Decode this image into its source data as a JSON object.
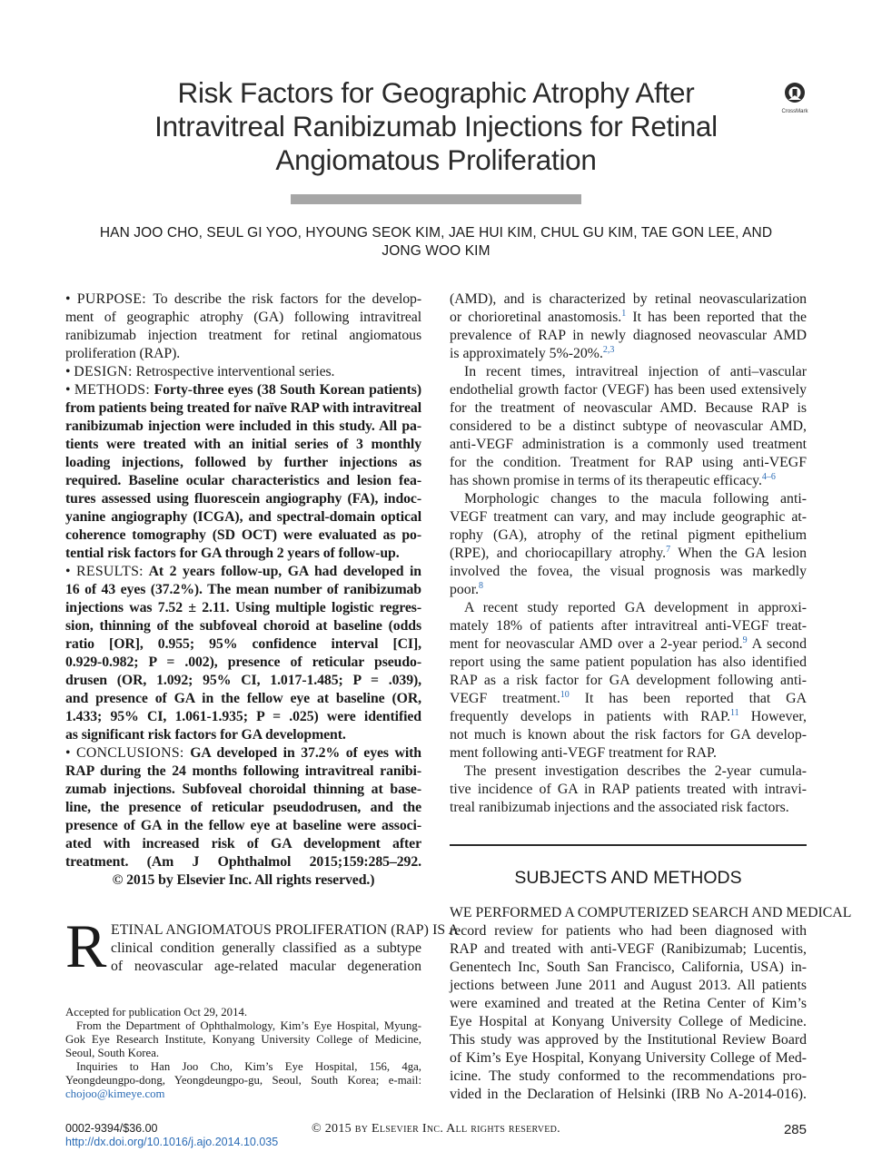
{
  "title": {
    "lines": [
      "Risk Factors for Geographic Atrophy After",
      "Intravitreal Ranibizumab Injections for Retinal",
      "Angiomatous Proliferation"
    ]
  },
  "crossmark_label": "CrossMark",
  "authors": {
    "lines": [
      "HAN JOO CHO, SEUL GI YOO, HYOUNG SEOK KIM, JAE HUI KIM, CHUL GU KIM, TAE GON LEE, AND",
      "JONG WOO KIM"
    ]
  },
  "abstract": {
    "purpose_label": "PURPOSE:",
    "design_label": "DESIGN:",
    "methods_label": "METHODS:",
    "results_label": "RESULTS:",
    "conclusions_label": "CONCLUSIONS:",
    "bullet": "•",
    "purpose_first": "To describe the risk factors for the develop-",
    "purpose_rest": [
      "ment of geographic atrophy (GA) following intravitreal",
      "ranibizumab injection treatment for retinal angiomatous",
      "proliferation (RAP)."
    ],
    "design_first": "Retrospective interventional series.",
    "methods_first": "Forty-three eyes (38 South Korean patients)",
    "methods_rest": [
      "from patients being treated for naïve RAP with intravitreal",
      "ranibizumab injection were included in this study. All pa-",
      "tients were treated with an initial series of 3 monthly",
      "loading injections, followed by further injections as",
      "required. Baseline ocular characteristics and lesion fea-",
      "tures assessed using fluorescein angiography (FA), indoc-",
      "yanine angiography (ICGA), and spectral-domain optical",
      "coherence tomography (SD OCT) were evaluated as po-",
      "tential risk factors for GA through 2 years of follow-up."
    ],
    "results_first": "At 2 years follow-up, GA had developed in",
    "results_rest": [
      "16 of 43 eyes (37.2%). The mean number of ranibizumab",
      "injections was 7.52 ± 2.11. Using multiple logistic regres-",
      "sion, thinning of the subfoveal choroid at baseline (odds",
      "ratio [OR], 0.955; 95% confidence interval [CI],",
      "0.929-0.982; P = .002), presence of reticular pseudo-",
      "drusen (OR, 1.092; 95% CI, 1.017-1.485; P = .039),",
      "and presence of GA in the fellow eye at baseline (OR,",
      "1.433; 95% CI, 1.061-1.935; P = .025) were identified",
      "as significant risk factors for GA development."
    ],
    "conclusions_first": "GA developed in 37.2% of eyes with",
    "conclusions_rest": [
      "RAP during the 24 months following intravitreal ranibi-",
      "zumab injections. Subfoveal choroidal thinning at base-",
      "line, the presence of reticular pseudodrusen, and the",
      "presence of GA in the fellow eye at baseline were associ-",
      "ated with increased risk of GA development after",
      "treatment.    (Am J Ophthalmol 2015;159:285–292.",
      "© 2015 by Elsevier Inc. All rights reserved.)"
    ]
  },
  "intro": {
    "dropcap": "R",
    "lines": [
      "ETINAL ANGIOMATOUS PROLIFERATION (RAP) IS A",
      "clinical condition generally classified as a subtype",
      "of neovascular age-related macular degeneration"
    ]
  },
  "footnotes": {
    "lines": [
      "Accepted for publication Oct 29, 2014.",
      "From the Department of Ophthalmology, Kim’s Eye Hospital, Myung-",
      "Gok Eye Research Institute, Konyang University College of Medicine,",
      "Seoul, South Korea.",
      "Inquiries to Han Joo Cho, Kim’s Eye Hospital, 156, 4ga,",
      "Yeongdeungpo-dong, Yeongdeungpo-gu, Seoul, South Korea; e-mail:"
    ],
    "email": "chojoo@kimeye.com"
  },
  "right_column": {
    "p1": [
      "(AMD), and is characterized by retinal neovascularization",
      "or chorioretinal anastomosis.",
      "prevalence of RAP in newly diagnosed neovascular AMD",
      "is approximately 5%-20%."
    ],
    "p1_mid_tail": " It has been reported that the",
    "refs": {
      "r1": "1",
      "r23": "2,3",
      "r46": "4–6",
      "r7": "7",
      "r8": "8",
      "r9": "9",
      "r10": "10",
      "r11": "11"
    },
    "p2": [
      "In recent times, intravitreal injection of anti–vascular",
      "endothelial growth factor (VEGF) has been used extensively",
      "for the treatment of neovascular AMD. Because RAP is",
      "considered to be a distinct subtype of neovascular AMD,",
      "anti-VEGF administration is a commonly used treatment",
      "for the condition. Treatment for RAP using anti-VEGF",
      "has shown promise in terms of its therapeutic efficacy."
    ],
    "p3": [
      "Morphologic changes to the macula following anti-",
      "VEGF treatment can vary, and may include geographic at-",
      "rophy (GA), atrophy of the retinal pigment epithelium",
      "(RPE), and choriocapillary atrophy.",
      "involved the fovea, the visual prognosis was markedly",
      "poor."
    ],
    "p3_mid_tail": " When the GA lesion",
    "p4": [
      "A recent study reported GA development in approxi-",
      "mately 18% of patients after intravitreal anti-VEGF treat-",
      "ment for neovascular AMD over a 2-year period.",
      "report using the same patient population has also identified",
      "RAP as a risk factor for GA development following anti-",
      "VEGF treatment.",
      "frequently develops in patients with RAP.",
      "not much is known about the risk factors for GA develop-",
      "ment following anti-VEGF treatment for RAP."
    ],
    "p4_tail_a": " A second",
    "p4_tail_b": " It has been reported that GA",
    "p4_tail_c": " However,",
    "p5": [
      "The present investigation describes the 2-year cumula-",
      "tive incidence of GA in RAP patients treated with intravi-",
      "treal ranibizumab injections and the associated risk factors."
    ],
    "section_title": "SUBJECTS AND METHODS",
    "methods": [
      "WE PERFORMED A COMPUTERIZED SEARCH AND MEDICAL",
      "record review for patients who had been diagnosed with",
      "RAP and treated with anti-VEGF (Ranibizumab; Lucentis,",
      "Genentech Inc, South San Francisco, California, USA) in-",
      "jections between June 2011 and August 2013. All patients",
      "were examined and treated at the Retina Center of Kim’s",
      "Eye Hospital at Konyang University College of Medicine.",
      "This study was approved by the Institutional Review Board",
      "of Kim’s Eye Hospital, Konyang University College of Med-",
      "icine. The study conformed to the recommendations pro-",
      "vided in the Declaration of Helsinki (IRB No A-2014-016)."
    ]
  },
  "footer": {
    "issn": "0002-9394/$36.00",
    "doi": "http://dx.doi.org/10.1016/j.ajo.2014.10.035",
    "copyright": "© 2015 by Elsevier Inc. All rights reserved.",
    "page": "285"
  }
}
